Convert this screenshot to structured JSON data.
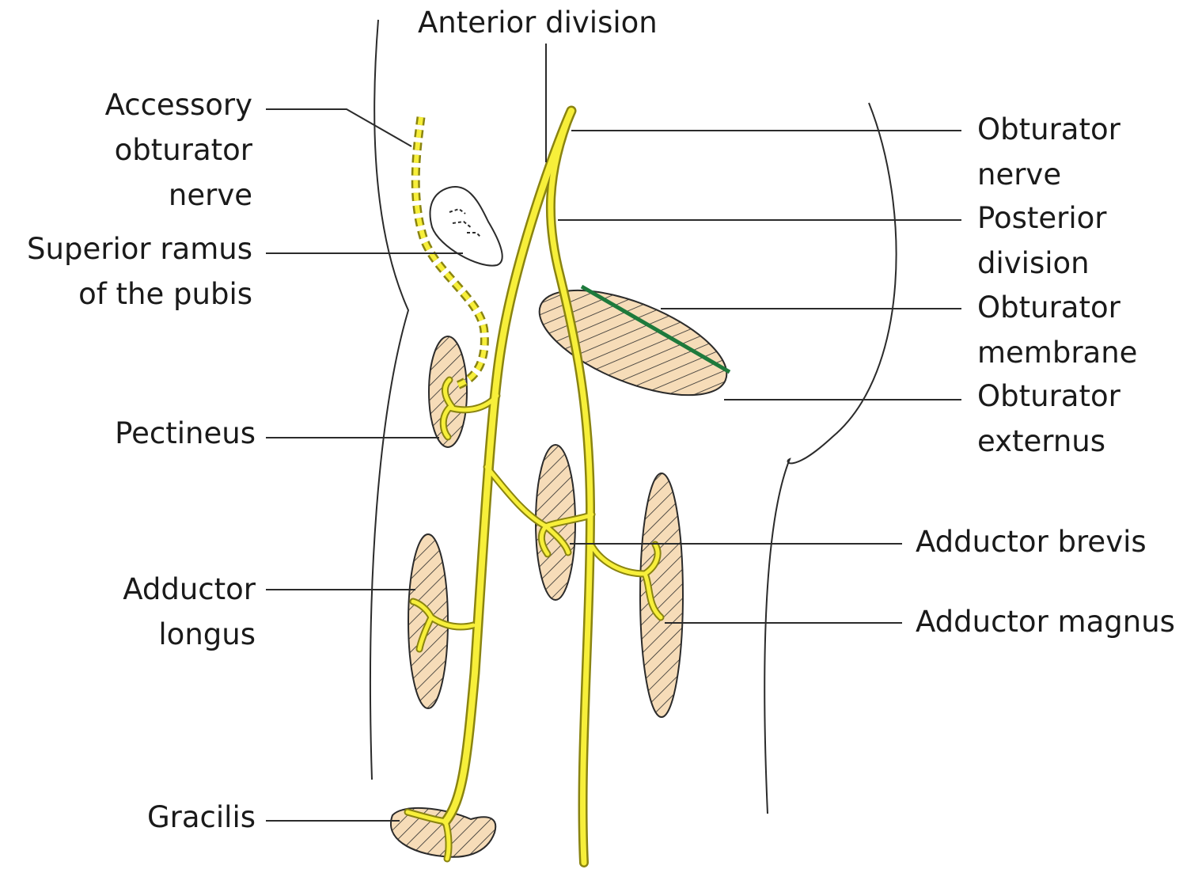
{
  "diagram": {
    "title": "Anterior division",
    "nerve_color": "#f7ef3a",
    "nerve_outline": "#8a8410",
    "muscle_fill": "#f6dcb8",
    "membrane_color": "#1e7a3c",
    "labels": {
      "accessory": {
        "line1": "Accessory",
        "line2": "obturator",
        "line3": "nerve"
      },
      "superior_ramus": {
        "line1": "Superior ramus",
        "line2": "of the pubis"
      },
      "pectineus": {
        "line1": "Pectineus"
      },
      "adductor_longus": {
        "line1": "Adductor",
        "line2": "longus"
      },
      "gracilis": {
        "line1": "Gracilis"
      },
      "obturator_nerve": {
        "line1": "Obturator",
        "line2": "nerve"
      },
      "posterior_division": {
        "line1": "Posterior",
        "line2": "division"
      },
      "obturator_membrane": {
        "line1": "Obturator",
        "line2": "membrane"
      },
      "obturator_externus": {
        "line1": "Obturator",
        "line2": "externus"
      },
      "adductor_brevis": {
        "line1": "Adductor brevis"
      },
      "adductor_magnus": {
        "line1": "Adductor magnus"
      }
    }
  }
}
